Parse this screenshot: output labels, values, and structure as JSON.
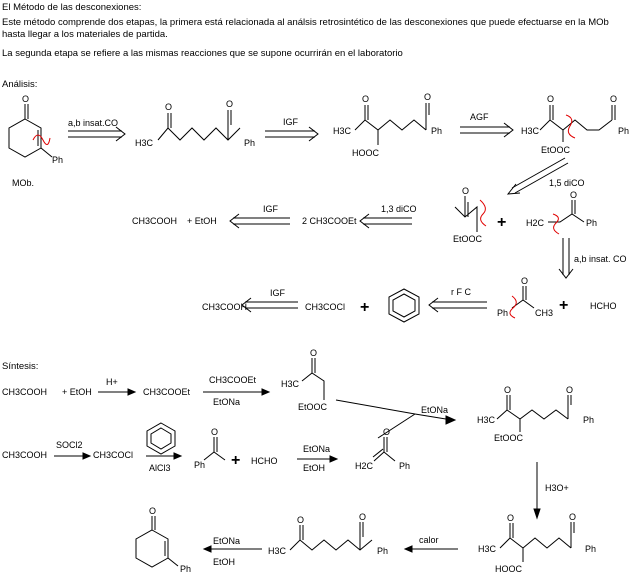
{
  "header": {
    "title": "El Método de las desconexiones:",
    "line1": "Este método comprende dos etapas, la primera está relacionada al análsis retrosintético de las desconexiones que puede efectuarse en la MOb",
    "line2": "hasta llegar a los materiales de partida.",
    "line3": "La segunda etapa se refiere a las mismas reacciones que se supone ocurrirán en el laboratorio"
  },
  "analysis": {
    "label": "Análisis:",
    "mob_label": "MOb.",
    "ph": "Ph",
    "arrow1": "a,b insat.CO",
    "arrow2": "IGF",
    "arrow3": "AGF",
    "arrow4": "1,5 diCO",
    "arrow5": "1,3 diCO",
    "arrow6": "IGF",
    "arrow7": "a,b insat. CO",
    "arrow8": "r F C",
    "arrow9": "IGF",
    "diketone_h3c": "H3C",
    "ketoacid_h3c": "H3C",
    "hooc": "HOOC",
    "ester_h3c": "H3C",
    "etooc": "EtOOC",
    "etooc2": "EtOOC",
    "h2c": "H2C",
    "ch3cooh": "CH3COOH",
    "etoh": "+ EtOH",
    "two_ch3cooet": "2 CH3COOEt",
    "ch3cooh2": "CH3COOH",
    "ch3cocl": "CH3COCl",
    "ch3": "CH3",
    "hcho": "HCHO"
  },
  "synthesis": {
    "label": "Síntesis:",
    "ch3cooh": "CH3COOH",
    "etoh": "+ EtOH",
    "h_plus": "H+",
    "ch3cooet": "CH3COOEt",
    "r1_above": "CH3COOEt",
    "r1_below": "EtONa",
    "ketoester_h3c": "H3C",
    "ketoester_etooc": "EtOOC",
    "michael_reagent": "EtONa",
    "ch3cooh2": "CH3COOH",
    "socl2": "SOCl2",
    "ch3cocl": "CH3COCl",
    "alcl3": "AlCl3",
    "ph": "Ph",
    "hcho": "HCHO",
    "r2_above": "EtONa",
    "r2_below": "EtOH",
    "h2c": "H2C",
    "adduct_h3c": "H3C",
    "adduct_etooc": "EtOOC",
    "h3o_plus": "H3O+",
    "acid_h3c": "H3C",
    "acid_hooc": "HOOC",
    "calor": "calor",
    "diketone_h3c": "H3C",
    "r3_above": "EtONa",
    "r3_below": "EtOH"
  }
}
